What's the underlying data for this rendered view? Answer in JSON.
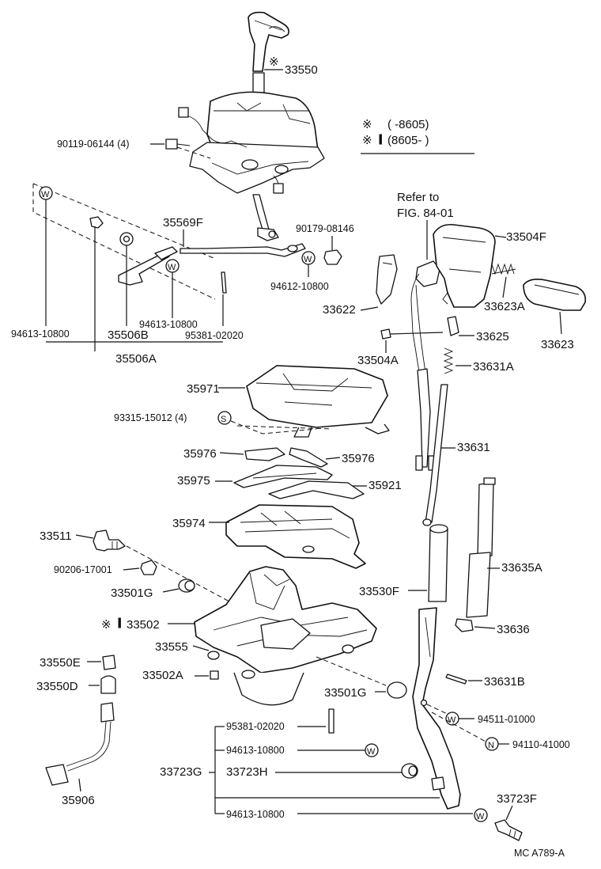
{
  "labels": {
    "p33550": "33550",
    "p90119": "90119-06144 (4)",
    "legend_1_range": "(      -8605)",
    "legend_2_range": "(8605-        )",
    "refer_line1": "Refer to",
    "refer_line2": "FIG. 84-01",
    "p35569F": "35569F",
    "p90179": "90179-08146",
    "p94612": "94612-10800",
    "p33504F": "33504F",
    "p33623A": "33623A",
    "p33623": "33623",
    "p33622": "33622",
    "p33625": "33625",
    "p33504A": "33504A",
    "p33631A": "33631A",
    "p94613_a": "94613-10800",
    "p94613_b": "94613-10800",
    "p35506B": "35506B",
    "p95381_a": "95381-02020",
    "p35506A": "35506A",
    "p35971": "35971",
    "p93315": "93315-15012 (4)",
    "p35976_a": "35976",
    "p35976_b": "35976",
    "p33631": "33631",
    "p35975": "35975",
    "p35921": "35921",
    "p35974": "35974",
    "p33511": "33511",
    "p90206": "90206-17001",
    "p33635A": "33635A",
    "p33501G_a": "33501G",
    "p33530F": "33530F",
    "p33502": "33502",
    "p33636": "33636",
    "p33555": "33555",
    "p33550E": "33550E",
    "p33502A": "33502A",
    "p33631B": "33631B",
    "p33550D": "33550D",
    "p33501G_b": "33501G",
    "p94511": "94511-01000",
    "p94110": "94110-41000",
    "p95381_b": "95381-02020",
    "p94613_c": "94613-10800",
    "p33723G": "33723G",
    "p33723H": "33723H",
    "p33723F": "33723F",
    "p94613_d": "94613-10800",
    "p35906": "35906",
    "catalog_code": "MC  A789-A"
  },
  "symbols": {
    "W": "W",
    "S": "S",
    "N": "N"
  },
  "icons": {
    "note_mark": "reference-asterisk-icon",
    "washer": "washer-w-icon",
    "spring_washer": "spring-washer-s-icon",
    "nut": "nut-n-icon"
  }
}
